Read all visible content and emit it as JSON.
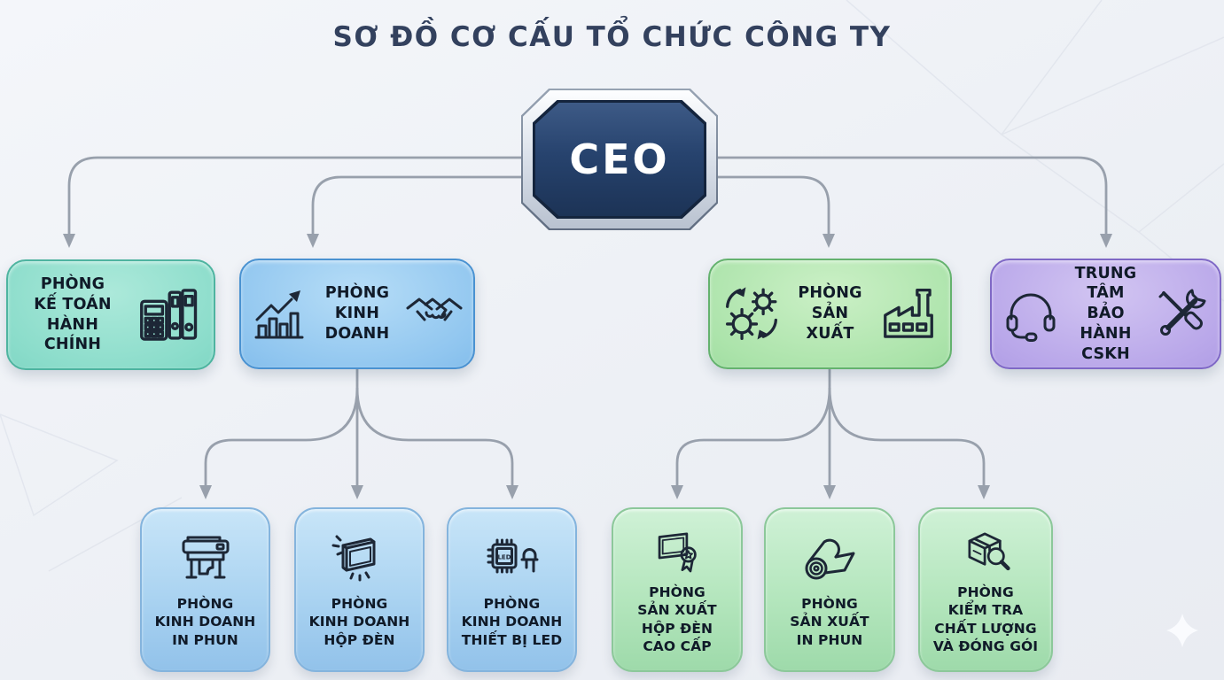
{
  "title": "SƠ ĐỒ CƠ CẤU TỔ CHỨC CÔNG TY",
  "ceo": {
    "label": "CEO"
  },
  "level2": [
    {
      "name": "phong-ke-toan-hanh-chinh",
      "label": "PHÒNG\nKẾ TOÁN\nHÀNH CHÍNH",
      "icons": [
        "calculator-binder-icon"
      ],
      "color": "#5ec3ae"
    },
    {
      "name": "phong-kinh-doanh",
      "label": "PHÒNG\nKINH\nDOANH",
      "icons": [
        "growth-chart-icon",
        "handshake-icon"
      ],
      "color": "#5ba3de"
    },
    {
      "name": "phong-san-xuat",
      "label": "PHÒNG\nSẢN\nXUẤT",
      "icons": [
        "gears-icon",
        "factory-icon"
      ],
      "color": "#7dc985"
    },
    {
      "name": "trung-tam-bao-hanh-cskh",
      "label": "TRUNG TÂM\nBẢO HÀNH\nCSKH",
      "icons": [
        "headset-icon",
        "tools-icon"
      ],
      "color": "#9480d6"
    }
  ],
  "level3": [
    {
      "name": "phong-kinh-doanh-in-phun",
      "label": "PHÒNG\nKINH DOANH\nIN PHUN",
      "icons": [
        "printer-icon"
      ],
      "color": "#aad3f1",
      "parent": "phong-kinh-doanh"
    },
    {
      "name": "phong-kinh-doanh-hop-den",
      "label": "PHÒNG\nKINH DOANH\nHỘP ĐÈN",
      "icons": [
        "lightbox-icon"
      ],
      "color": "#aad3f1",
      "parent": "phong-kinh-doanh"
    },
    {
      "name": "phong-kinh-doanh-thiet-bi-led",
      "label": "PHÒNG\nKINH DOANH\nTHIẾT BỊ LED",
      "icons": [
        "led-chip-icon"
      ],
      "color": "#aad3f1",
      "parent": "phong-kinh-doanh"
    },
    {
      "name": "phong-san-xuat-hop-den-cao-cap",
      "label": "PHÒNG\nSẢN XUẤT\nHỘP ĐÈN\nCAO CẤP",
      "icons": [
        "certificate-award-icon"
      ],
      "color": "#b4e6bd",
      "parent": "phong-san-xuat"
    },
    {
      "name": "phong-san-xuat-in-phun",
      "label": "PHÒNG\nSẢN XUẤT\nIN PHUN",
      "icons": [
        "material-roll-icon"
      ],
      "color": "#b4e6bd",
      "parent": "phong-san-xuat"
    },
    {
      "name": "phong-kiem-tra-chat-luong-va-dong-goi",
      "label": "PHÒNG\nKIỂM TRA\nCHẤT LƯỢNG\nVÀ ĐÓNG GÓI",
      "icons": [
        "package-inspection-icon"
      ],
      "color": "#b4e6bd",
      "parent": "phong-san-xuat"
    }
  ],
  "icon_text": {
    "led_chip_text": "LED"
  },
  "colors": {
    "ceo_navy": "#27436e",
    "ceo_frame_silver": "#dde3ec",
    "title_text": "#33415e",
    "box_text": "#101a28",
    "connector_gray": "#98a0ac",
    "background": "#edf0f5"
  }
}
